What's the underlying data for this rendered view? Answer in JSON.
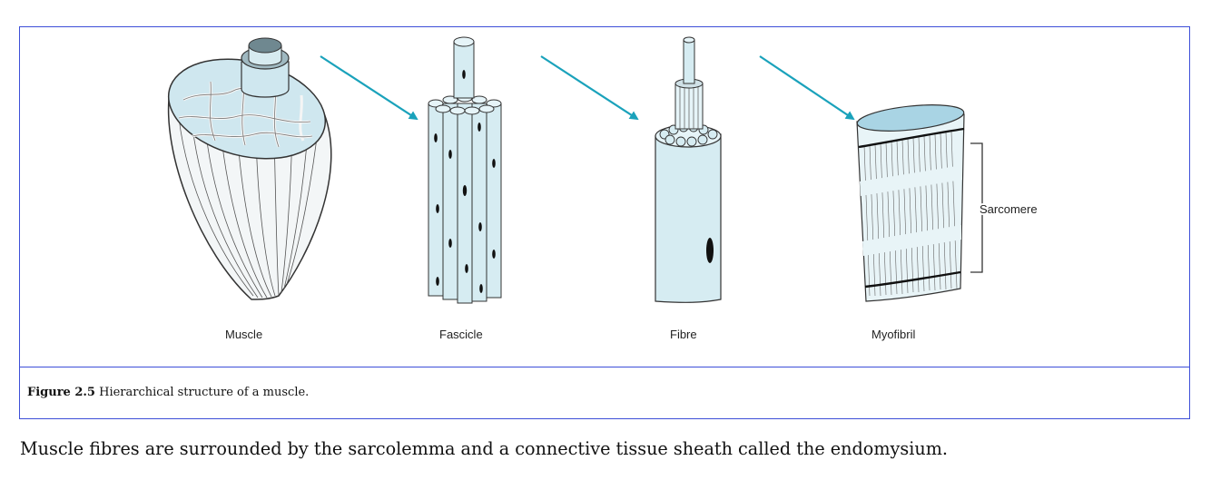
{
  "figure": {
    "labels": {
      "muscle": "Muscle",
      "fascicle": "Fascicle",
      "fibre": "Fibre",
      "myofibril": "Myofibril",
      "sarcomere": "Sarcomere"
    },
    "caption_number": "Figure 2.5",
    "caption_text": " Hierarchical structure of a muscle."
  },
  "colors": {
    "frame": "#3d4fd8",
    "arrow": "#1aa2bb",
    "tissue_fill": "#d6ecf2",
    "tissue_fill_light": "#e6f4f8",
    "outline": "#333333"
  },
  "body_text": "Muscle fibres are surrounded by the sarcolemma and a connective tissue sheath called the endomysium."
}
